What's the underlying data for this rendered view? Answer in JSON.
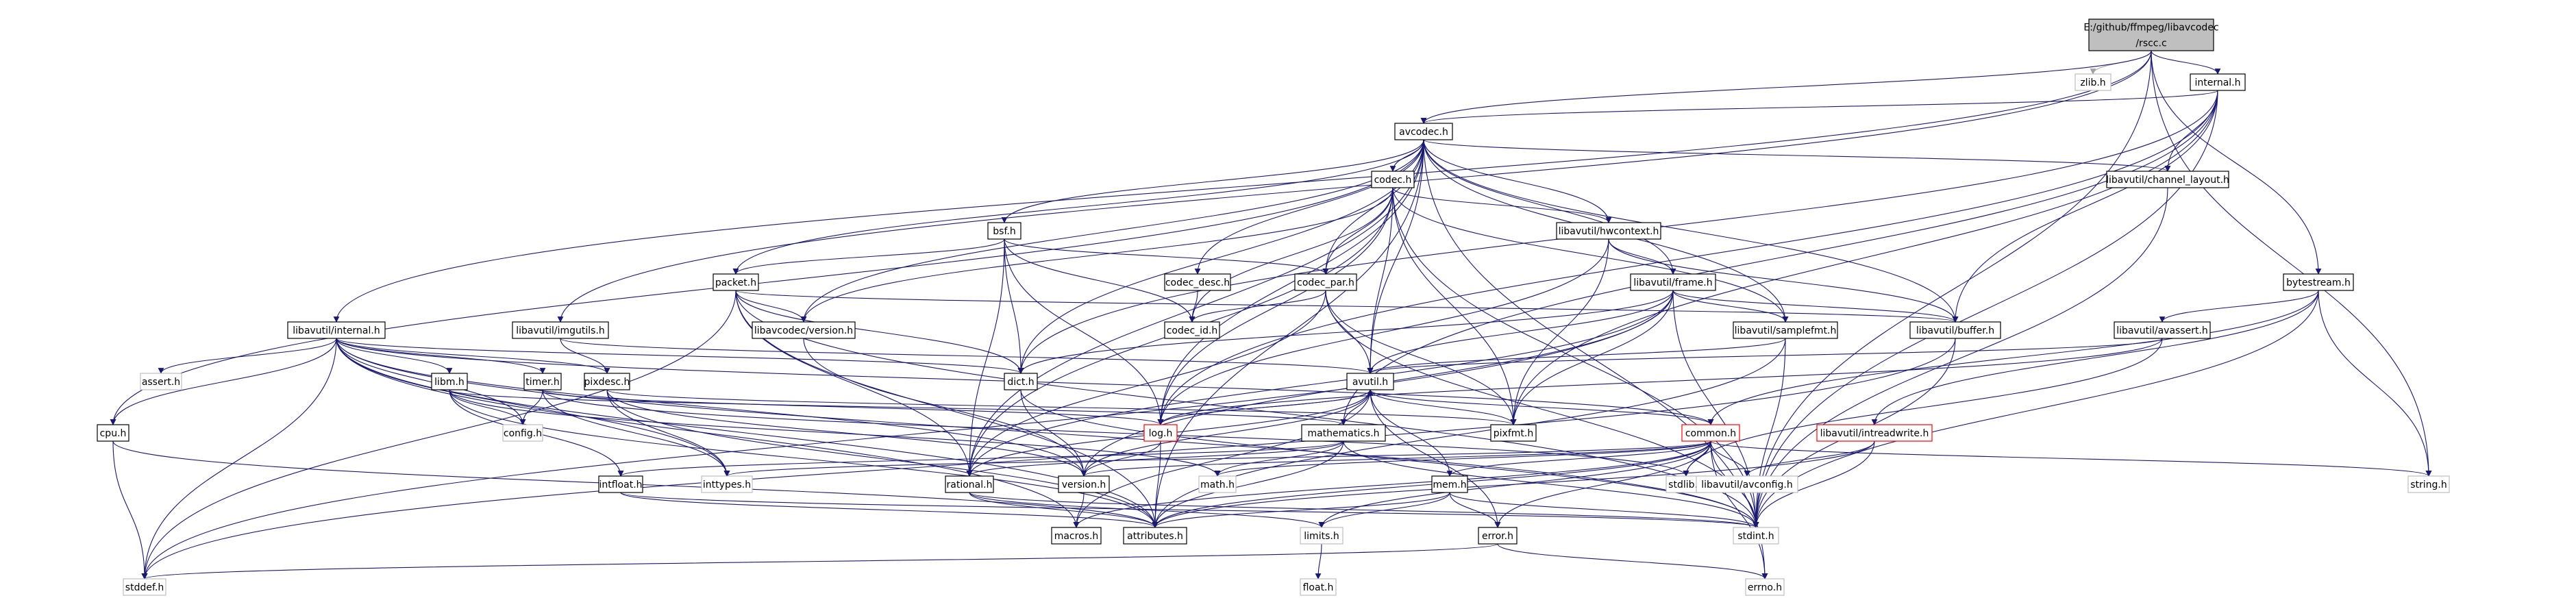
{
  "colors": {
    "edge": "#191970",
    "edge_light": "#a0a0a0",
    "node_border": "#000000",
    "root_fill": "#bfbfbf",
    "external_border": "#bfbfbf",
    "warn_border": "#ff0000"
  },
  "nodes": [
    {
      "id": "root",
      "label_lines": [
        "E:/github/ffmpeg/libavcodec",
        "/rscc.c"
      ],
      "style": "root"
    },
    {
      "id": "zlib",
      "label_lines": [
        "zlib.h"
      ],
      "style": "external"
    },
    {
      "id": "internal",
      "label_lines": [
        "internal.h"
      ],
      "style": "normal"
    },
    {
      "id": "avcodec",
      "label_lines": [
        "avcodec.h"
      ],
      "style": "normal"
    },
    {
      "id": "channel_layout",
      "label_lines": [
        "libavutil/channel_layout.h"
      ],
      "style": "normal"
    },
    {
      "id": "codec",
      "label_lines": [
        "codec.h"
      ],
      "style": "normal"
    },
    {
      "id": "bsf",
      "label_lines": [
        "bsf.h"
      ],
      "style": "normal"
    },
    {
      "id": "hwcontext",
      "label_lines": [
        "libavutil/hwcontext.h"
      ],
      "style": "normal"
    },
    {
      "id": "bytestream",
      "label_lines": [
        "bytestream.h"
      ],
      "style": "normal"
    },
    {
      "id": "codec_desc",
      "label_lines": [
        "codec_desc.h"
      ],
      "style": "normal"
    },
    {
      "id": "codec_par",
      "label_lines": [
        "codec_par.h"
      ],
      "style": "normal"
    },
    {
      "id": "packet",
      "label_lines": [
        "packet.h"
      ],
      "style": "normal"
    },
    {
      "id": "frame",
      "label_lines": [
        "libavutil/frame.h"
      ],
      "style": "normal"
    },
    {
      "id": "imgutils",
      "label_lines": [
        "libavutil/imgutils.h"
      ],
      "style": "normal"
    },
    {
      "id": "lavu_internal",
      "label_lines": [
        "libavutil/internal.h"
      ],
      "style": "normal"
    },
    {
      "id": "lavc_version",
      "label_lines": [
        "libavcodec/version.h"
      ],
      "style": "normal"
    },
    {
      "id": "codec_id",
      "label_lines": [
        "codec_id.h"
      ],
      "style": "normal"
    },
    {
      "id": "samplefmt",
      "label_lines": [
        "libavutil/samplefmt.h"
      ],
      "style": "normal"
    },
    {
      "id": "buffer",
      "label_lines": [
        "libavutil/buffer.h"
      ],
      "style": "normal"
    },
    {
      "id": "avassert",
      "label_lines": [
        "libavutil/avassert.h"
      ],
      "style": "normal"
    },
    {
      "id": "assert",
      "label_lines": [
        "assert.h"
      ],
      "style": "external"
    },
    {
      "id": "libm",
      "label_lines": [
        "libm.h"
      ],
      "style": "normal"
    },
    {
      "id": "timer",
      "label_lines": [
        "timer.h"
      ],
      "style": "normal"
    },
    {
      "id": "pixdesc",
      "label_lines": [
        "pixdesc.h"
      ],
      "style": "normal"
    },
    {
      "id": "dict",
      "label_lines": [
        "dict.h"
      ],
      "style": "normal"
    },
    {
      "id": "avutil",
      "label_lines": [
        "avutil.h"
      ],
      "style": "normal"
    },
    {
      "id": "cpu",
      "label_lines": [
        "cpu.h"
      ],
      "style": "normal"
    },
    {
      "id": "config",
      "label_lines": [
        "config.h"
      ],
      "style": "external"
    },
    {
      "id": "log",
      "label_lines": [
        "log.h"
      ],
      "style": "warn"
    },
    {
      "id": "pixfmt",
      "label_lines": [
        "pixfmt.h"
      ],
      "style": "normal"
    },
    {
      "id": "mathematics",
      "label_lines": [
        "mathematics.h"
      ],
      "style": "normal"
    },
    {
      "id": "common",
      "label_lines": [
        "common.h"
      ],
      "style": "warn"
    },
    {
      "id": "intreadwrite",
      "label_lines": [
        "libavutil/intreadwrite.h"
      ],
      "style": "warn"
    },
    {
      "id": "intfloat",
      "label_lines": [
        "intfloat.h"
      ],
      "style": "normal"
    },
    {
      "id": "inttypes",
      "label_lines": [
        "inttypes.h"
      ],
      "style": "external"
    },
    {
      "id": "rational",
      "label_lines": [
        "rational.h"
      ],
      "style": "normal"
    },
    {
      "id": "math",
      "label_lines": [
        "math.h"
      ],
      "style": "external"
    },
    {
      "id": "version",
      "label_lines": [
        "version.h"
      ],
      "style": "normal"
    },
    {
      "id": "mem",
      "label_lines": [
        "mem.h"
      ],
      "style": "normal"
    },
    {
      "id": "stdlib",
      "label_lines": [
        "stdlib.h"
      ],
      "style": "external"
    },
    {
      "id": "avconfig",
      "label_lines": [
        "libavutil/avconfig.h"
      ],
      "style": "external"
    },
    {
      "id": "string",
      "label_lines": [
        "string.h"
      ],
      "style": "external"
    },
    {
      "id": "macros",
      "label_lines": [
        "macros.h"
      ],
      "style": "normal"
    },
    {
      "id": "attributes",
      "label_lines": [
        "attributes.h"
      ],
      "style": "normal"
    },
    {
      "id": "limits",
      "label_lines": [
        "limits.h"
      ],
      "style": "external"
    },
    {
      "id": "error",
      "label_lines": [
        "error.h"
      ],
      "style": "normal"
    },
    {
      "id": "stdint",
      "label_lines": [
        "stdint.h"
      ],
      "style": "external"
    },
    {
      "id": "stddef",
      "label_lines": [
        "stddef.h"
      ],
      "style": "external"
    },
    {
      "id": "errno",
      "label_lines": [
        "errno.h"
      ],
      "style": "external"
    },
    {
      "id": "float",
      "label_lines": [
        "float.h"
      ],
      "style": "external"
    }
  ],
  "edges": [
    [
      "root",
      "zlib"
    ],
    [
      "root",
      "internal"
    ],
    [
      "root",
      "avcodec"
    ],
    [
      "root",
      "bytestream"
    ],
    [
      "root",
      "imgutils"
    ],
    [
      "root",
      "lavu_internal"
    ],
    [
      "root",
      "string"
    ],
    [
      "root",
      "stdint"
    ],
    [
      "internal",
      "avcodec"
    ],
    [
      "internal",
      "channel_layout"
    ],
    [
      "internal",
      "buffer"
    ],
    [
      "internal",
      "dict"
    ],
    [
      "internal",
      "pixfmt"
    ],
    [
      "internal",
      "mathematics"
    ],
    [
      "internal",
      "stdint"
    ],
    [
      "internal",
      "log"
    ],
    [
      "avcodec",
      "codec"
    ],
    [
      "avcodec",
      "bsf"
    ],
    [
      "avcodec",
      "hwcontext"
    ],
    [
      "avcodec",
      "codec_desc"
    ],
    [
      "avcodec",
      "codec_par"
    ],
    [
      "avcodec",
      "packet"
    ],
    [
      "avcodec",
      "frame"
    ],
    [
      "avcodec",
      "lavc_version"
    ],
    [
      "avcodec",
      "samplefmt"
    ],
    [
      "avcodec",
      "buffer"
    ],
    [
      "avcodec",
      "dict"
    ],
    [
      "avcodec",
      "avutil"
    ],
    [
      "avcodec",
      "cpu"
    ],
    [
      "avcodec",
      "log"
    ],
    [
      "avcodec",
      "rational"
    ],
    [
      "avcodec",
      "channel_layout"
    ],
    [
      "avcodec",
      "attributes"
    ],
    [
      "avcodec",
      "errno"
    ],
    [
      "channel_layout",
      "stdint"
    ],
    [
      "codec",
      "codec_id"
    ],
    [
      "codec",
      "codec_par"
    ],
    [
      "codec",
      "hwcontext"
    ],
    [
      "codec",
      "lavc_version"
    ],
    [
      "codec",
      "avutil"
    ],
    [
      "codec",
      "log"
    ],
    [
      "codec",
      "pixfmt"
    ],
    [
      "codec",
      "rational"
    ],
    [
      "codec",
      "samplefmt"
    ],
    [
      "codec",
      "stdint"
    ],
    [
      "bsf",
      "packet"
    ],
    [
      "bsf",
      "codec_par"
    ],
    [
      "bsf",
      "codec_id"
    ],
    [
      "bsf",
      "dict"
    ],
    [
      "bsf",
      "log"
    ],
    [
      "bsf",
      "rational"
    ],
    [
      "hwcontext",
      "frame"
    ],
    [
      "hwcontext",
      "buffer"
    ],
    [
      "hwcontext",
      "log"
    ],
    [
      "hwcontext",
      "pixfmt"
    ],
    [
      "bytestream",
      "avassert"
    ],
    [
      "bytestream",
      "common"
    ],
    [
      "bytestream",
      "intreadwrite"
    ],
    [
      "bytestream",
      "string"
    ],
    [
      "bytestream",
      "stdint"
    ],
    [
      "codec_desc",
      "codec_id"
    ],
    [
      "codec_par",
      "codec_id"
    ],
    [
      "codec_par",
      "avutil"
    ],
    [
      "codec_par",
      "pixfmt"
    ],
    [
      "codec_par",
      "rational"
    ],
    [
      "codec_par",
      "stdint"
    ],
    [
      "packet",
      "buffer"
    ],
    [
      "packet",
      "lavc_version"
    ],
    [
      "packet",
      "dict"
    ],
    [
      "packet",
      "rational"
    ],
    [
      "packet",
      "attributes"
    ],
    [
      "packet",
      "stddef"
    ],
    [
      "packet",
      "stdint"
    ],
    [
      "frame",
      "avutil"
    ],
    [
      "frame",
      "buffer"
    ],
    [
      "frame",
      "dict"
    ],
    [
      "frame",
      "rational"
    ],
    [
      "frame",
      "samplefmt"
    ],
    [
      "frame",
      "pixfmt"
    ],
    [
      "frame",
      "version"
    ],
    [
      "frame",
      "stddef"
    ],
    [
      "frame",
      "stdint"
    ],
    [
      "imgutils",
      "avutil"
    ],
    [
      "imgutils",
      "pixdesc"
    ],
    [
      "lavu_internal",
      "assert"
    ],
    [
      "lavu_internal",
      "libm"
    ],
    [
      "lavu_internal",
      "timer"
    ],
    [
      "lavu_internal",
      "pixdesc"
    ],
    [
      "lavu_internal",
      "dict"
    ],
    [
      "lavu_internal",
      "cpu"
    ],
    [
      "lavu_internal",
      "config"
    ],
    [
      "lavu_internal",
      "common"
    ],
    [
      "lavu_internal",
      "version"
    ],
    [
      "lavu_internal",
      "macros"
    ],
    [
      "lavu_internal",
      "attributes"
    ],
    [
      "lavu_internal",
      "stdint"
    ],
    [
      "lavu_internal",
      "stddef"
    ],
    [
      "lavu_internal",
      "inttypes"
    ],
    [
      "lavc_version",
      "version"
    ],
    [
      "samplefmt",
      "avutil"
    ],
    [
      "samplefmt",
      "attributes"
    ],
    [
      "samplefmt",
      "stdint"
    ],
    [
      "buffer",
      "stdint"
    ],
    [
      "buffer",
      "stddef"
    ],
    [
      "avassert",
      "avutil"
    ],
    [
      "avassert",
      "log"
    ],
    [
      "avassert",
      "stdlib"
    ],
    [
      "libm",
      "config"
    ],
    [
      "libm",
      "attributes"
    ],
    [
      "libm",
      "intfloat"
    ],
    [
      "libm",
      "mathematics"
    ],
    [
      "libm",
      "math"
    ],
    [
      "timer",
      "config"
    ],
    [
      "timer",
      "log"
    ],
    [
      "timer",
      "inttypes"
    ],
    [
      "timer",
      "stdlib"
    ],
    [
      "pixdesc",
      "attributes"
    ],
    [
      "pixdesc",
      "pixfmt"
    ],
    [
      "pixdesc",
      "version"
    ],
    [
      "pixdesc",
      "inttypes"
    ],
    [
      "dict",
      "stdint"
    ],
    [
      "dict",
      "version"
    ],
    [
      "avutil",
      "common"
    ],
    [
      "avutil",
      "error"
    ],
    [
      "avutil",
      "rational"
    ],
    [
      "avutil",
      "version"
    ],
    [
      "avutil",
      "macros"
    ],
    [
      "avutil",
      "mathematics"
    ],
    [
      "avutil",
      "log"
    ],
    [
      "avutil",
      "pixfmt"
    ],
    [
      "cpu",
      "stddef"
    ],
    [
      "cpu",
      "attributes"
    ],
    [
      "log",
      "avutil"
    ],
    [
      "log",
      "attributes"
    ],
    [
      "log",
      "version"
    ],
    [
      "mathematics",
      "stdint"
    ],
    [
      "mathematics",
      "math"
    ],
    [
      "mathematics",
      "attributes"
    ],
    [
      "mathematics",
      "rational"
    ],
    [
      "mathematics",
      "intfloat"
    ],
    [
      "common",
      "errno"
    ],
    [
      "common",
      "inttypes"
    ],
    [
      "common",
      "limits"
    ],
    [
      "common",
      "math"
    ],
    [
      "common",
      "stdint"
    ],
    [
      "common",
      "stdlib"
    ],
    [
      "common",
      "string"
    ],
    [
      "common",
      "attributes"
    ],
    [
      "common",
      "macros"
    ],
    [
      "common",
      "version"
    ],
    [
      "common",
      "avconfig"
    ],
    [
      "common",
      "mem"
    ],
    [
      "common",
      "error"
    ],
    [
      "common",
      "common"
    ],
    [
      "intreadwrite",
      "stdint"
    ],
    [
      "intreadwrite",
      "avconfig"
    ],
    [
      "intreadwrite",
      "attributes"
    ],
    [
      "intreadwrite",
      "bswap"
    ],
    [
      "intfloat",
      "stdint"
    ],
    [
      "intfloat",
      "attributes"
    ],
    [
      "rational",
      "stdint"
    ],
    [
      "rational",
      "limits"
    ],
    [
      "rational",
      "attributes"
    ],
    [
      "version",
      "macros"
    ],
    [
      "mem",
      "limits"
    ],
    [
      "mem",
      "stdint"
    ],
    [
      "mem",
      "attributes"
    ],
    [
      "mem",
      "error"
    ],
    [
      "mem",
      "avutil"
    ],
    [
      "error",
      "errno"
    ],
    [
      "error",
      "stddef"
    ],
    [
      "limits",
      "float"
    ]
  ]
}
